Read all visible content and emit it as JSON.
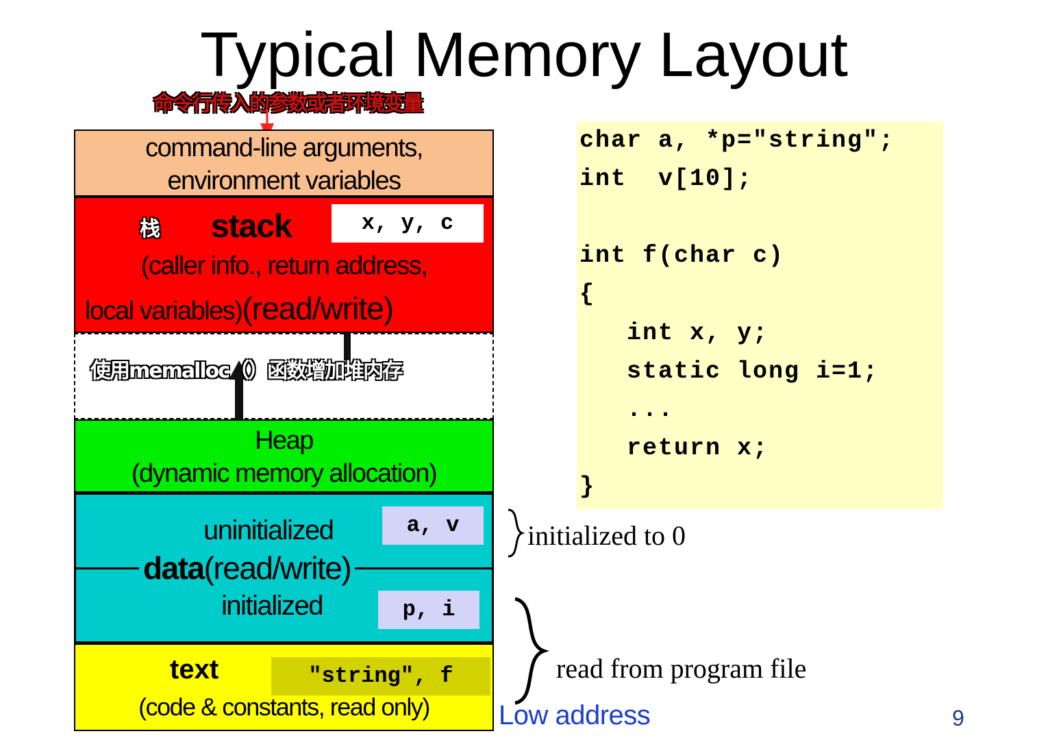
{
  "slide": {
    "title": "Typical Memory Layout",
    "page_number": "9"
  },
  "annotations": {
    "args_note": "命令行传入的参数或者环境变量",
    "stack_note": "栈",
    "heap_grow_note": "使用memalloc（）函数增加堆内存"
  },
  "segments": {
    "args": {
      "line1": "command-line arguments,",
      "line2": "environment variables",
      "color": "#f9bf8f"
    },
    "stack": {
      "title": "stack",
      "vars": "x, y, c",
      "line2": "(caller info., return address,",
      "line3a": "local variables)",
      "line3b": "(read/write)",
      "color": "#ff0000"
    },
    "heap": {
      "line1": "Heap",
      "line2": "(dynamic memory allocation)",
      "color": "#00ee00"
    },
    "data": {
      "uninit_label": "uninitialized",
      "uninit_vars": "a, v",
      "title_bold": "data",
      "title_rest": "(read/write)",
      "init_label": "initialized",
      "init_vars": "p, i",
      "color": "#00cccc"
    },
    "text": {
      "title": "text",
      "vars": "\"string\", f",
      "line2": "(code & constants, read only)",
      "color": "#ffff00"
    }
  },
  "side_labels": {
    "init_zero": "initialized to 0",
    "read_from_file": "read from program file",
    "low_address": "Low address"
  },
  "code": {
    "lines": [
      "char a, *p=\"string\";",
      "int  v[10];",
      "",
      "int f(char c)",
      "{",
      "   int x, y;",
      "   static long i=1;",
      "   ...",
      "   return x;",
      "}"
    ],
    "background": "#ffffc6"
  }
}
